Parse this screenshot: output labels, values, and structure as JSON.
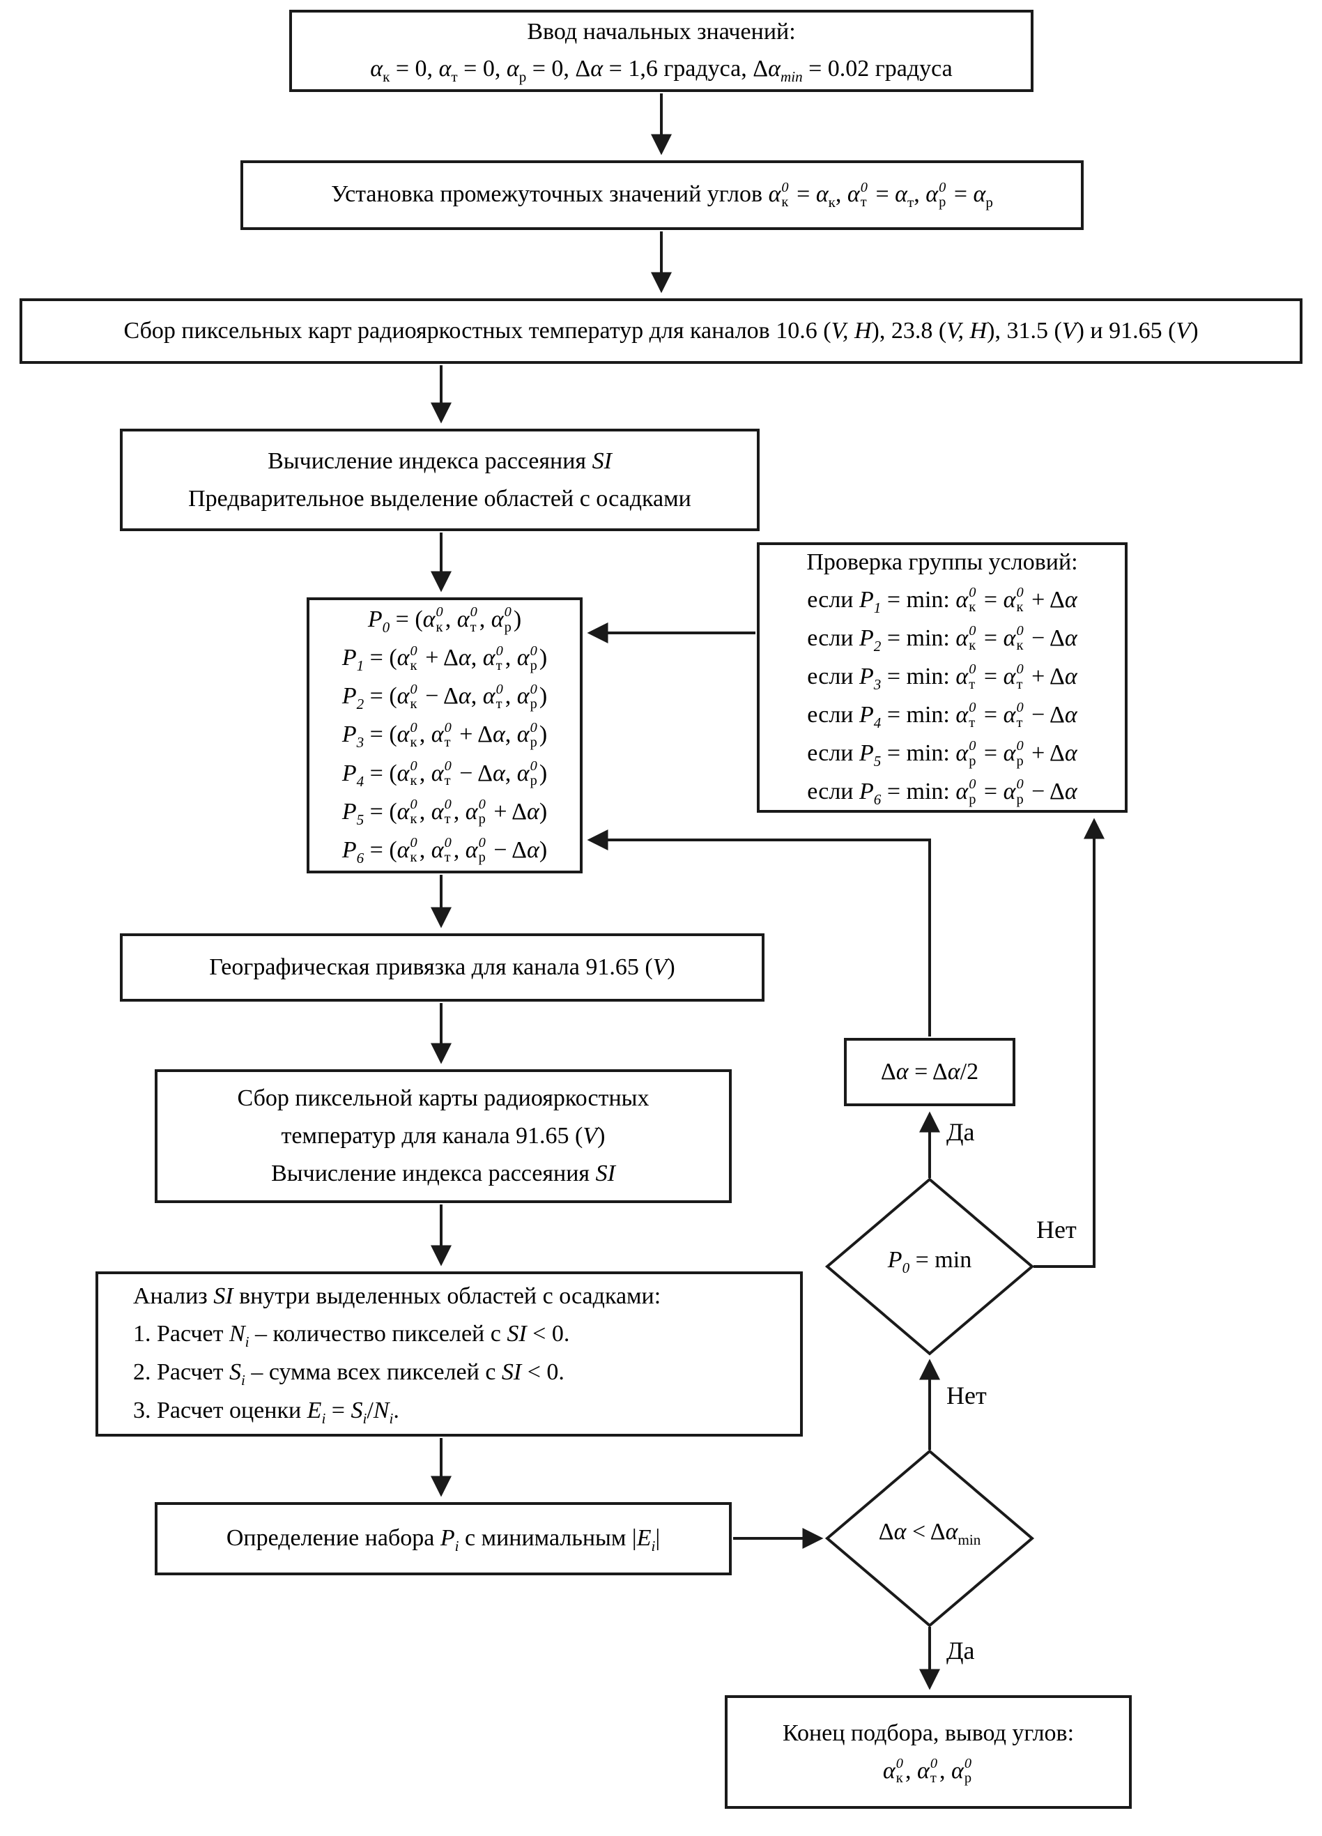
{
  "colors": {
    "line": "#1a1a1a",
    "background": "#ffffff",
    "text": "#000000"
  },
  "flowchart": {
    "init": {
      "line1": "Ввод начальных значений:",
      "line2": "*α*_{к} = 0, *α*_{т} = 0, *α*_{р} = 0, Δ*α* = 1,6 градуса, Δ*α*_{*min*} = 0.02 градуса"
    },
    "set_angles": {
      "text": "Установка промежуточных значений углов *α*⟦*0*|к⟧ = *α*_{к}, *α*⟦*0*|т⟧ = *α*_{т}, *α*⟦*0*|р⟧ = *α*_{р}"
    },
    "collect_maps": {
      "text": "Сбор пиксельных карт радиояркостных температур для каналов 10.6 (*V, H*), 23.8 (*V, H*), 31.5 (*V*) и 91.65 (*V*)"
    },
    "scatter_index": {
      "line1": "Вычисление индекса рассеяния *SI*",
      "line2": "Предварительное выделение областей с осадками"
    },
    "p_sets": {
      "lines": [
        "*P*_{*0*} = (*α*⟦*0*|к⟧, *α*⟦*0*|т⟧, *α*⟦*0*|р⟧)",
        "*P*_{*1*} = (*α*⟦*0*|к⟧ + Δ*α*, *α*⟦*0*|т⟧, *α*⟦*0*|р⟧)",
        "*P*_{*2*} = (*α*⟦*0*|к⟧ − Δ*α*, *α*⟦*0*|т⟧, *α*⟦*0*|р⟧)",
        "*P*_{*3*} = (*α*⟦*0*|к⟧, *α*⟦*0*|т⟧ + Δ*α*, *α*⟦*0*|р⟧)",
        "*P*_{*4*} = (*α*⟦*0*|к⟧, *α*⟦*0*|т⟧ − Δ*α*, *α*⟦*0*|р⟧)",
        "*P*_{*5*} = (*α*⟦*0*|к⟧, *α*⟦*0*|т⟧, *α*⟦*0*|р⟧ + Δ*α*)",
        "*P*_{*6*} = (*α*⟦*0*|к⟧, *α*⟦*0*|т⟧, *α*⟦*0*|р⟧ − Δ*α*)"
      ]
    },
    "conditions": {
      "title": "Проверка группы условий:",
      "lines": [
        "если *P*_{*1*} = min: *α*⟦*0*|к⟧ = *α*⟦*0*|к⟧ + Δ*α*",
        "если *P*_{*2*} = min: *α*⟦*0*|к⟧ = *α*⟦*0*|к⟧ − Δ*α*",
        "если *P*_{*3*} = min: *α*⟦*0*|т⟧ = *α*⟦*0*|т⟧ + Δ*α*",
        "если *P*_{*4*} = min: *α*⟦*0*|т⟧ = *α*⟦*0*|т⟧ − Δ*α*",
        "если *P*_{*5*} = min: *α*⟦*0*|р⟧ = *α*⟦*0*|р⟧ + Δ*α*",
        "если *P*_{*6*} = min: *α*⟦*0*|р⟧ = *α*⟦*0*|р⟧ − Δ*α*"
      ]
    },
    "geolocation": {
      "text": "Географическая привязка для канала 91.65 (*V*)"
    },
    "collect_9165": {
      "lines": [
        "Сбор пиксельной карты радиояркостных",
        "температур для канала 91.65 (*V*)",
        "Вычисление индекса рассеяния *SI*"
      ]
    },
    "analysis": {
      "lines": [
        "Анализ *SI* внутри выделенных областей с осадками:",
        "1. Расчет *N*_{*i*} – количество пикселей с *SI* < 0.",
        "2. Расчет *S*_{*i*} – сумма всех пикселей с *SI* < 0.",
        "3. Расчет оценки *E*_{*i*} = *S*_{*i*}/*N*_{*i*}."
      ]
    },
    "determine": {
      "text": "Определение набора *P*_{*i*} с минимальным |*E*_{*i*}|"
    },
    "halve": {
      "text": "Δ*α* = Δ*α*/2"
    },
    "decision_p0": {
      "text": "*P*_{*0*} = min"
    },
    "decision_da": {
      "text": "Δ*α* < Δ*α*_{min}"
    },
    "end": {
      "line1": "Конец подбора, вывод углов:",
      "line2": "*α*⟦*0*|к⟧, *α*⟦*0*|т⟧, *α*⟦*0*|р⟧"
    },
    "edge_labels": {
      "yes_halve": "Да",
      "no_conditions": "Нет",
      "no_p0": "Нет",
      "yes_end": "Да"
    }
  }
}
